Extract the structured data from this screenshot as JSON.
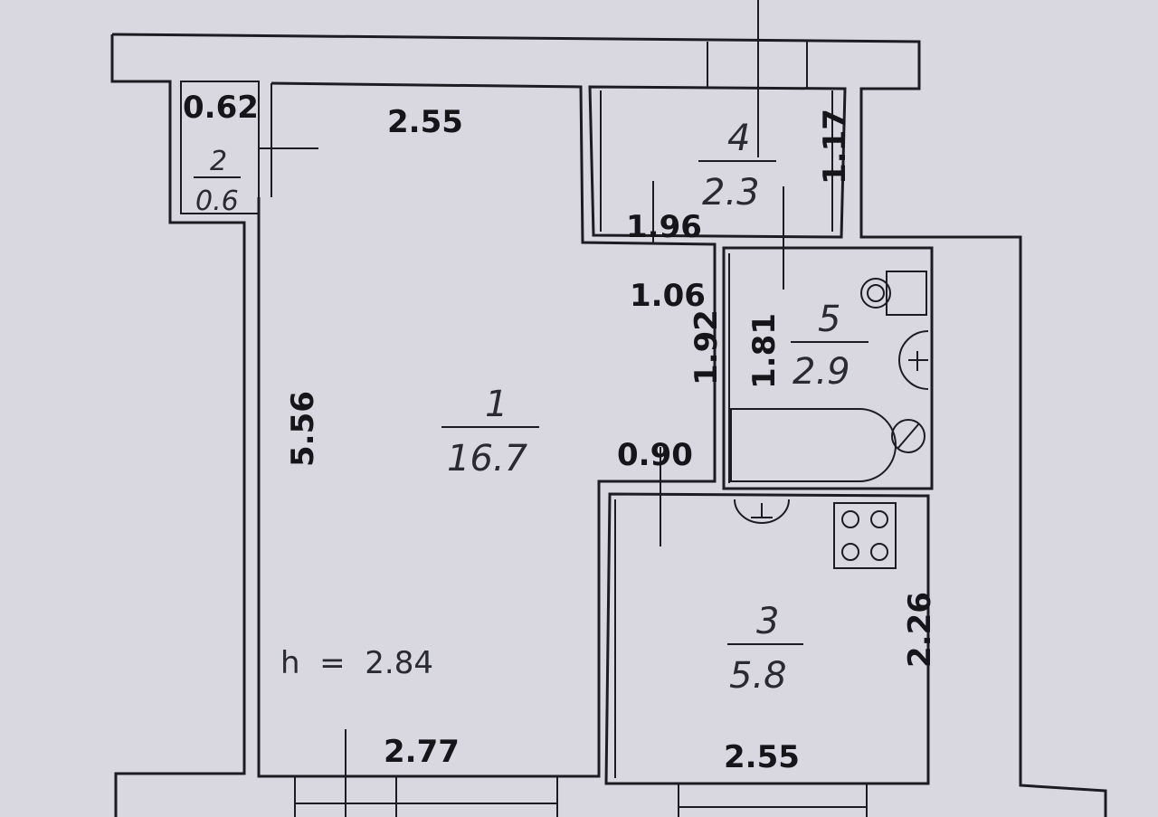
{
  "rooms": [
    {
      "id": "1",
      "number": "1",
      "area": "16.7"
    },
    {
      "id": "2",
      "number": "2",
      "area": "0.6"
    },
    {
      "id": "3",
      "number": "3",
      "area": "5.8"
    },
    {
      "id": "4",
      "number": "4",
      "area": "2.3"
    },
    {
      "id": "5",
      "number": "5",
      "area": "2.9"
    }
  ],
  "dimensions": {
    "d_062": "0.62",
    "d_255_top": "2.55",
    "d_117": "1.17",
    "d_196": "1.96",
    "d_106": "1.06",
    "d_192": "1.92",
    "d_181": "1.81",
    "d_556": "5.56",
    "d_090": "0.90",
    "d_226": "2.26",
    "d_277": "2.77",
    "d_255_bottom": "2.55"
  },
  "ceiling_height": "h  =  2.84",
  "colors": {
    "background": "#d9d8e0",
    "line": "#1c1c22"
  }
}
